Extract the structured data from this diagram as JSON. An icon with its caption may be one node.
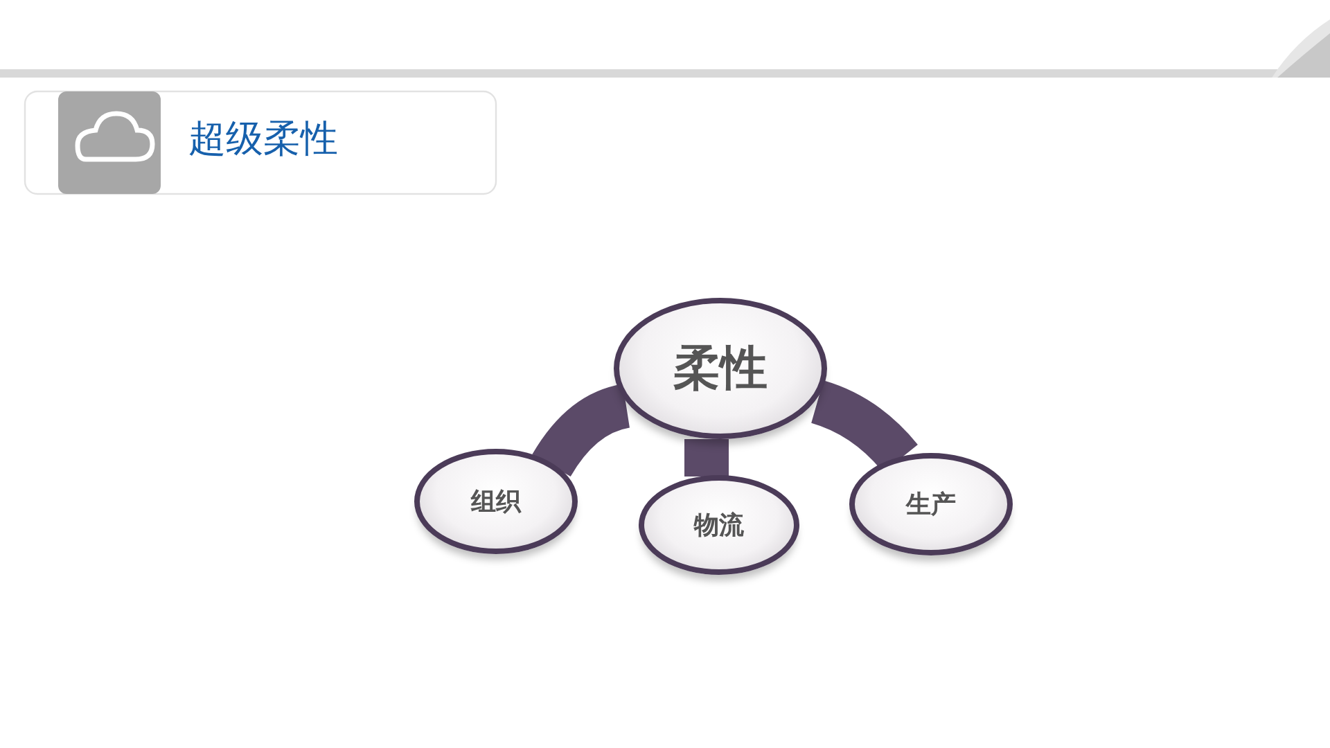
{
  "diagram": {
    "title": "超级柔性",
    "nodes": [
      {
        "text": [
          "柔性"
        ]
      },
      {
        "text": [
          "组织"
        ]
      },
      {
        "text": [
          "物流"
        ]
      },
      {
        "text": [
          "生产"
        ]
      }
    ],
    "edges": [
      {
        "from": 0,
        "to": 1,
        "arrow": "none"
      },
      {
        "from": 0,
        "to": 2,
        "arrow": "none"
      },
      {
        "from": 0,
        "to": 3,
        "arrow": "none"
      }
    ]
  }
}
